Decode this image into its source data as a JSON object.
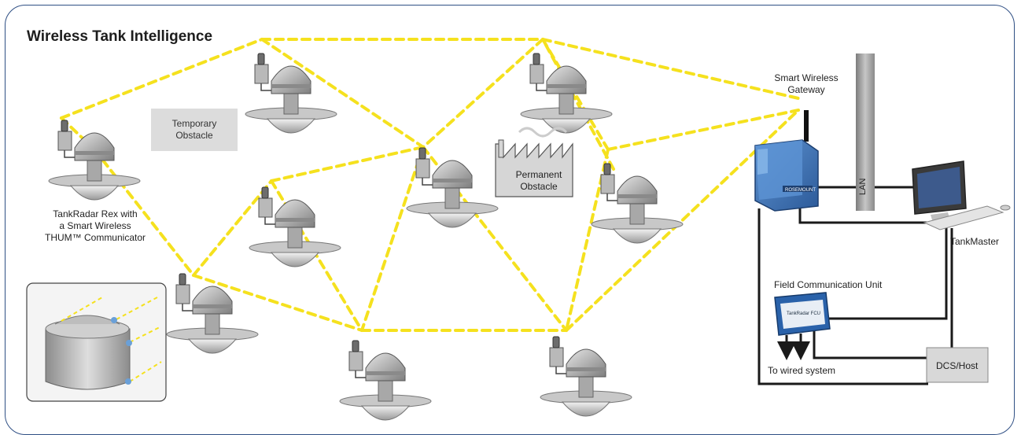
{
  "title": "Wireless Tank Intelligence",
  "labels": {
    "temporary_obstacle": [
      "Temporary",
      "Obstacle"
    ],
    "permanent_obstacle": [
      "Permanent",
      "Obstacle"
    ],
    "gateway": [
      "Smart Wireless",
      "Gateway"
    ],
    "device": [
      "TankRadar Rex with",
      "a Smart Wireless",
      "THUM™ Communicator"
    ],
    "lan": "LAN",
    "tankmaster": "TankMaster",
    "fcu": "Field Communication Unit",
    "wired": "To wired system",
    "dcs": "DCS/Host",
    "fcu_plate": "TankRadar FCU",
    "gateway_plate": "ROSEMOUNT"
  },
  "colors": {
    "frame": "#2f4f84",
    "link": "#f5e11e",
    "obstacle": "#dcdcdc",
    "gateway": "#3d74b8",
    "wire": "#1a1a1a"
  }
}
